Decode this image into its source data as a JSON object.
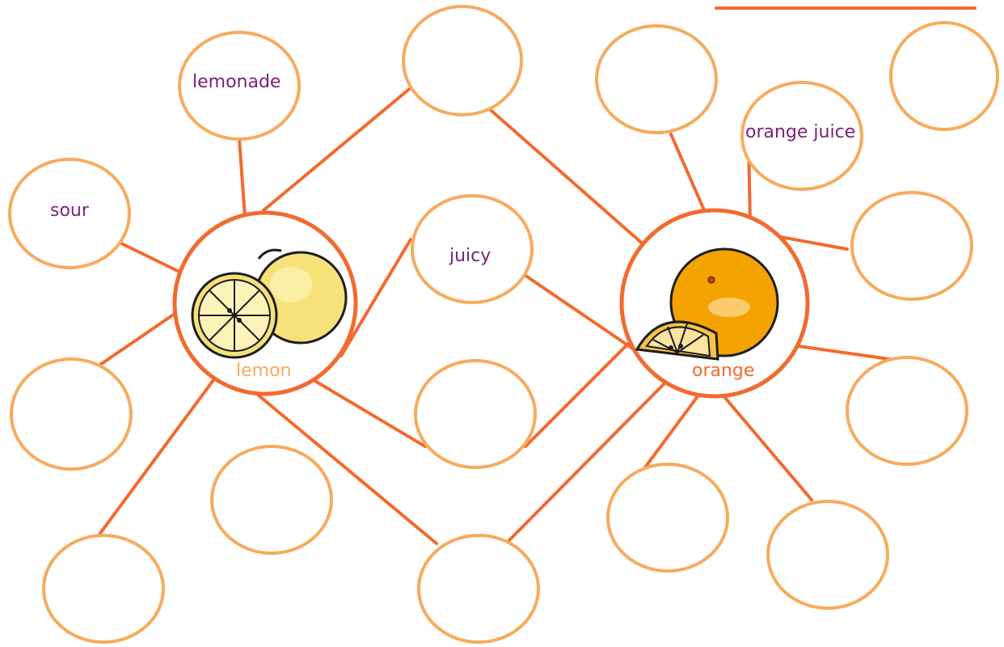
{
  "diagram": {
    "hubs": {
      "lemon": {
        "label": "lemon",
        "label_color": "#f7ab5d",
        "icon": "lemon-icon"
      },
      "orange": {
        "label": "orange",
        "label_color": "#f26a2e",
        "icon": "orange-icon"
      }
    },
    "words": {
      "lemonade": "lemonade",
      "sour": "sour",
      "juicy": "juicy",
      "orange_juice": "orange juice"
    },
    "colors": {
      "connector": "#f26a2e",
      "bubble_outline": "#f7ab5d",
      "hub_outline": "#f26a2e",
      "word_text": "#7a1f7a"
    }
  }
}
